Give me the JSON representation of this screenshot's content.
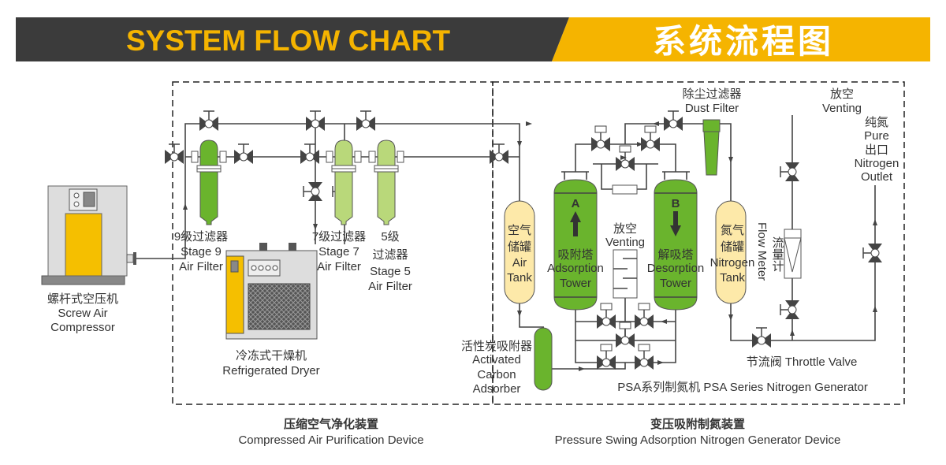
{
  "header": {
    "title_en": "SYSTEM FLOW CHART",
    "title_cn": "系统流程图",
    "colors": {
      "dark": "#3b3b3b",
      "accent": "#f5b400",
      "green": "#6ab42d",
      "light_green": "#b9d87a",
      "tank": "#fde9a9"
    }
  },
  "compressor": {
    "cn": "螺杆式空压机",
    "en1": "Screw Air",
    "en2": "Compressor"
  },
  "filter9": {
    "cn": "9级过滤器",
    "en1": "Stage 9",
    "en2": "Air Filter"
  },
  "filter7": {
    "cn": "7级过滤器",
    "en1": "Stage 7",
    "en2": "Air Filter"
  },
  "filter5": {
    "cn1": "5级",
    "cn2": "过滤器",
    "en1": "Stage 5",
    "en2": "Air Filter"
  },
  "dryer": {
    "cn": "冷冻式干燥机",
    "en": "Refrigerated Dryer"
  },
  "air_tank": {
    "cn1": "空气",
    "cn2": "储罐",
    "en1": "Air",
    "en2": "Tank"
  },
  "adsorber": {
    "cn": "活性炭吸附器",
    "en1": "Activated",
    "en2": "Carbon",
    "en3": "Adsorber"
  },
  "tower_a": {
    "letter": "A",
    "cn": "吸附塔",
    "en1": "Adsorption",
    "en2": "Tower"
  },
  "tower_b": {
    "letter": "B",
    "cn": "解吸塔",
    "en1": "Desorption",
    "en2": "Tower"
  },
  "venting_mid": {
    "cn": "放空",
    "en": "Venting"
  },
  "dust_filter": {
    "cn": "除尘过滤器",
    "en": "Dust Filter"
  },
  "nitrogen_tank": {
    "cn1": "氮气",
    "cn2": "储罐",
    "en1": "Nitrogen",
    "en2": "Tank"
  },
  "venting_top": {
    "cn": "放空",
    "en": "Venting"
  },
  "flow_meter": {
    "cn": "流量计",
    "en": "Flow Meter"
  },
  "outlet": {
    "cn1": "纯氮",
    "en1": "Pure",
    "cn2": "出口",
    "en2": "Nitrogen",
    "en3": "Outlet"
  },
  "throttle": {
    "label": "节流阀 Throttle Valve"
  },
  "psa_label": "PSA系列制氮机 PSA Series Nitrogen Generator",
  "sections": {
    "left_cn": "压缩空气净化装置",
    "left_en": "Compressed Air Purification Device",
    "right_cn": "变压吸附制氮装置",
    "right_en": "Pressure Swing Adsorption Nitrogen Generator Device"
  }
}
